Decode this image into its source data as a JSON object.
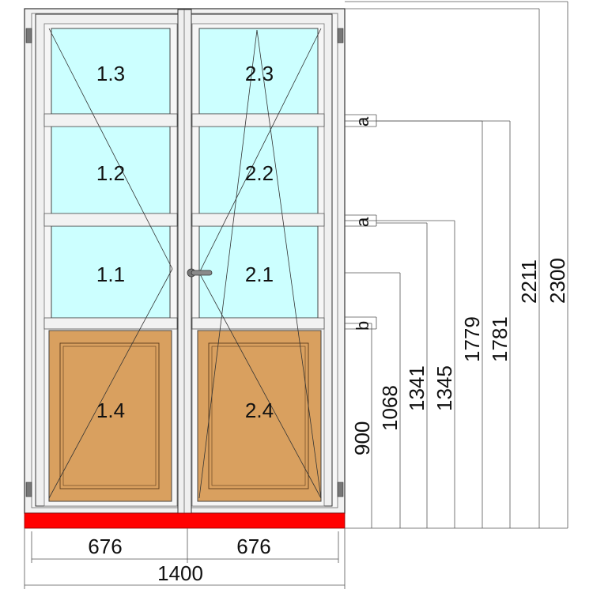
{
  "panes": [
    {
      "id": "1.3",
      "label": "1.3",
      "kind": "glass"
    },
    {
      "id": "1.2",
      "label": "1.2",
      "kind": "glass"
    },
    {
      "id": "1.1",
      "label": "1.1",
      "kind": "glass"
    },
    {
      "id": "1.4",
      "label": "1.4",
      "kind": "panel"
    },
    {
      "id": "2.3",
      "label": "2.3",
      "kind": "glass"
    },
    {
      "id": "2.2",
      "label": "2.2",
      "kind": "glass"
    },
    {
      "id": "2.1",
      "label": "2.1",
      "kind": "glass"
    },
    {
      "id": "2.4",
      "label": "2.4",
      "kind": "panel"
    }
  ],
  "dimensions": {
    "bottom": {
      "left_sash": "676",
      "right_sash": "676",
      "total_width": "1400"
    },
    "vertical": [
      "900",
      "1068",
      "1341",
      "1345",
      "1779",
      "1781",
      "2211",
      "2300"
    ],
    "markers": [
      "a",
      "a",
      "b"
    ]
  },
  "colors": {
    "frame": "#f2f2f2",
    "frame_stroke": "#333333",
    "glass": "#ccffff",
    "panel": "#d9a05f",
    "threshold": "#ff0000",
    "dim_line": "#555555"
  }
}
